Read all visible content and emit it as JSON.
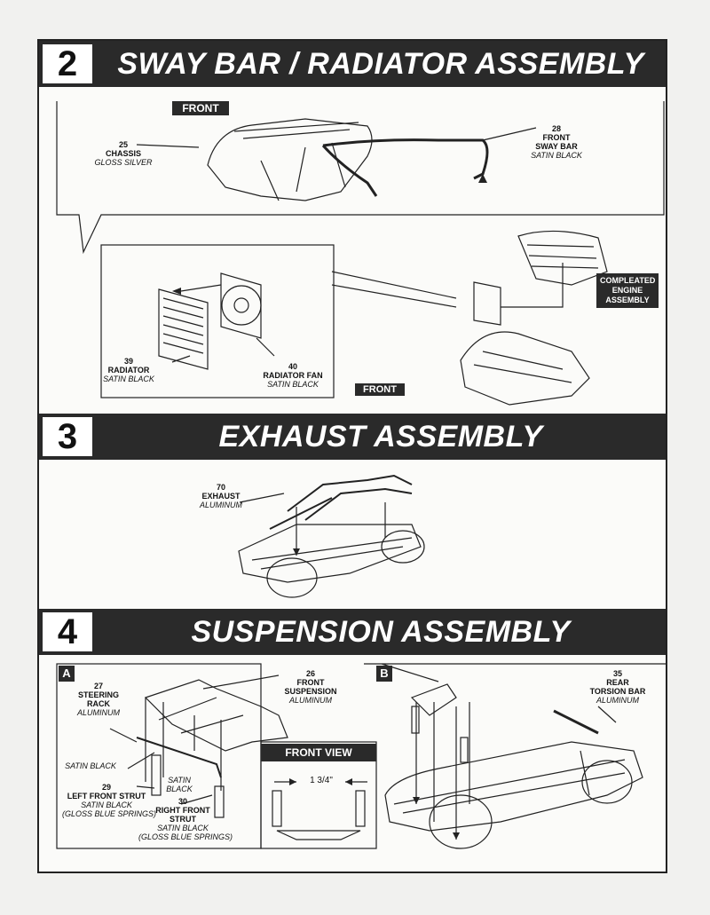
{
  "steps": [
    {
      "number": "2",
      "title": "SWAY BAR / RADIATOR ASSEMBLY"
    },
    {
      "number": "3",
      "title": "EXHAUST ASSEMBLY"
    },
    {
      "number": "4",
      "title": "SUSPENSION ASSEMBLY"
    }
  ],
  "step2": {
    "front_tag_top": "FRONT",
    "front_tag_bottom": "FRONT",
    "parts": {
      "chassis": {
        "num": "25",
        "name": "CHASSIS",
        "finish": "GLOSS SILVER"
      },
      "sway_bar": {
        "num": "28",
        "name1": "FRONT",
        "name2": "SWAY BAR",
        "finish": "SATIN BLACK"
      },
      "radiator": {
        "num": "39",
        "name": "RADIATOR",
        "finish": "SATIN BLACK"
      },
      "radiator_fan": {
        "num": "40",
        "name": "RADIATOR FAN",
        "finish": "SATIN BLACK"
      }
    },
    "engine_tag": [
      "COMPLEATED",
      "ENGINE",
      "ASSEMBLY"
    ]
  },
  "step3": {
    "exhaust": {
      "num": "70",
      "name": "EXHAUST",
      "finish": "ALUMINUM"
    }
  },
  "step4": {
    "panel_a": "A",
    "panel_b": "B",
    "front_view": "FRONT VIEW",
    "dimension": "1 3/4\"",
    "steering_rack": {
      "num": "27",
      "name1": "STEERING",
      "name2": "RACK",
      "finish": "ALUMINUM"
    },
    "front_suspension": {
      "num": "26",
      "name1": "FRONT",
      "name2": "SUSPENSION",
      "finish": "ALUMINUM"
    },
    "satin_black_1": "SATIN BLACK",
    "satin_black_2a": "SATIN",
    "satin_black_2b": "BLACK",
    "left_strut": {
      "num": "29",
      "name": "LEFT FRONT STRUT",
      "finish1": "SATIN BLACK",
      "finish2": "(GLOSS BLUE SPRINGS)"
    },
    "right_strut": {
      "num": "30",
      "name1": "RIGHT FRONT",
      "name2": "STRUT",
      "finish1": "SATIN BLACK",
      "finish2": "(GLOSS BLUE SPRINGS)"
    },
    "torsion_bar": {
      "num": "35",
      "name1": "REAR",
      "name2": "TORSION BAR",
      "finish": "ALUMINUM"
    }
  }
}
